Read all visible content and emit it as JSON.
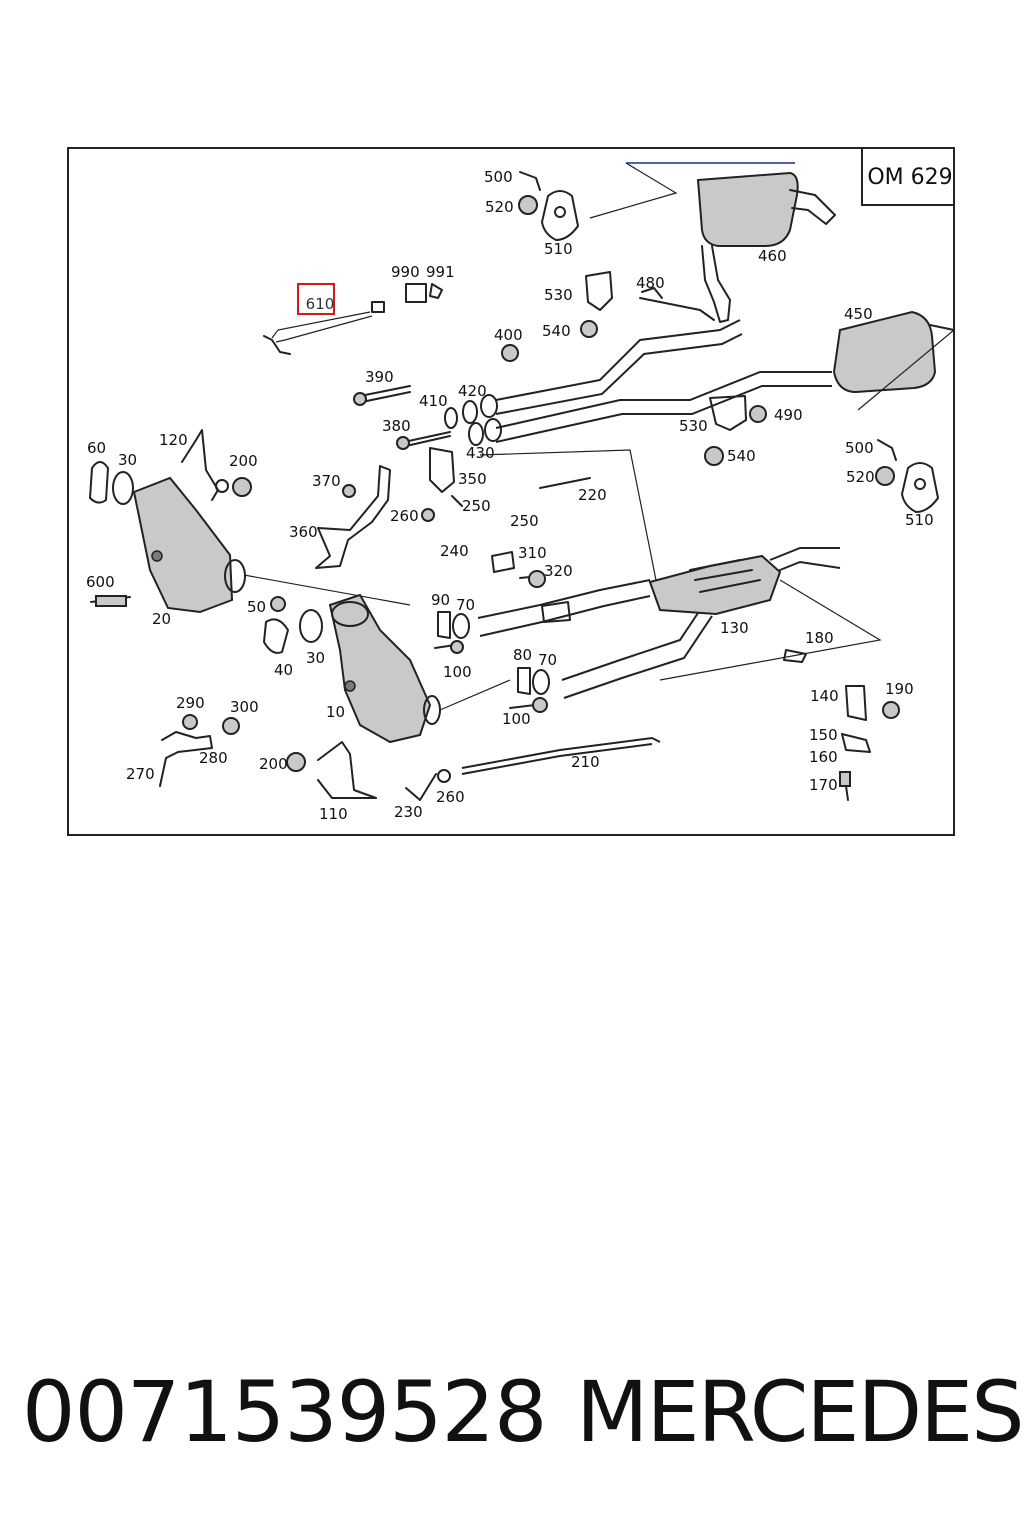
{
  "diagram": {
    "engine_code": "OM 629",
    "highlight_label": "610",
    "part_labels": [
      "500",
      "520",
      "510",
      "460",
      "990",
      "991",
      "530",
      "480",
      "540",
      "450",
      "400",
      "390",
      "410",
      "420",
      "380",
      "430",
      "530",
      "490",
      "540",
      "500",
      "60",
      "30",
      "120",
      "200",
      "370",
      "350",
      "520",
      "250",
      "220",
      "510",
      "260",
      "250",
      "360",
      "240",
      "310",
      "320",
      "600",
      "90",
      "70",
      "20",
      "50",
      "130",
      "180",
      "40",
      "30",
      "100",
      "80",
      "70",
      "140",
      "190",
      "10",
      "100",
      "290",
      "300",
      "150",
      "280",
      "160",
      "270",
      "200",
      "210",
      "170",
      "260",
      "110",
      "230"
    ]
  },
  "footer": {
    "part_number": "0071539528",
    "brand": "MERCEDES"
  }
}
